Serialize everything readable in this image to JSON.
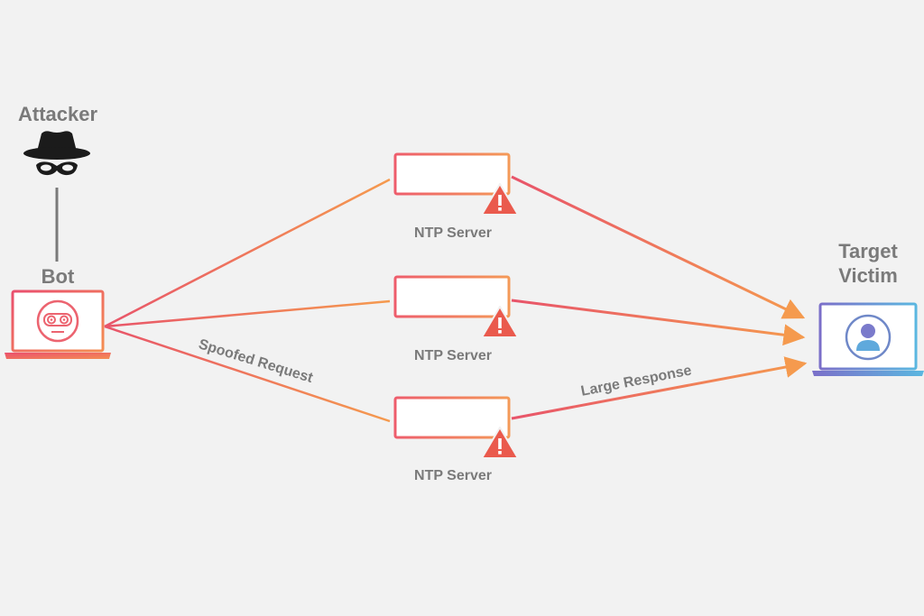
{
  "labels": {
    "attacker": "Attacker",
    "bot": "Bot",
    "target_line1": "Target",
    "target_line2": "Victim",
    "spoofed_request": "Spoofed Request",
    "large_response": "Large Response"
  },
  "servers": [
    {
      "label": "NTP Server"
    },
    {
      "label": "NTP Server"
    },
    {
      "label": "NTP Server"
    }
  ],
  "colors": {
    "background": "#f2f2f2",
    "text": "#7a7a7a",
    "gradient_start": "#e8546a",
    "gradient_end": "#f59a4e",
    "warning": "#ea5a4d",
    "victim_start": "#7b6fc9",
    "victim_end": "#5bb7e0"
  },
  "icons": {
    "attacker": "spy-hat-mask-icon",
    "bot": "robot-face-icon",
    "victim": "user-avatar-icon",
    "server_alert": "warning-triangle-icon"
  }
}
